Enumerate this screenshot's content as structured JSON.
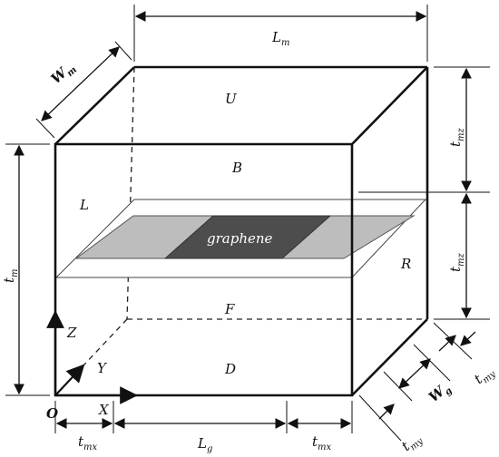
{
  "faces": {
    "upper": "U",
    "back": "B",
    "left": "L",
    "right": "R",
    "front": "F",
    "down": "D"
  },
  "material": {
    "label": "graphene"
  },
  "axes": {
    "z": "Z",
    "y": "Y",
    "x": "X",
    "origin": "O"
  },
  "dimensions": {
    "Lm": {
      "base": "L",
      "sub": "m"
    },
    "Wm": {
      "base": "W",
      "sub": "m"
    },
    "tm": {
      "base": "t",
      "sub": "m"
    },
    "tmz_upper": {
      "base": "t",
      "sub": "mz"
    },
    "tmz_lower": {
      "base": "t",
      "sub": "mz"
    },
    "tmx_left": {
      "base": "t",
      "sub": "mx"
    },
    "Lg": {
      "base": "L",
      "sub": "g"
    },
    "tmx_right": {
      "base": "t",
      "sub": "mx"
    },
    "Wg": {
      "base": "W",
      "sub": "g"
    },
    "tmy_right": {
      "base": "t",
      "sub": "my"
    },
    "tmy_bottom": {
      "base": "t",
      "sub": "my"
    }
  }
}
